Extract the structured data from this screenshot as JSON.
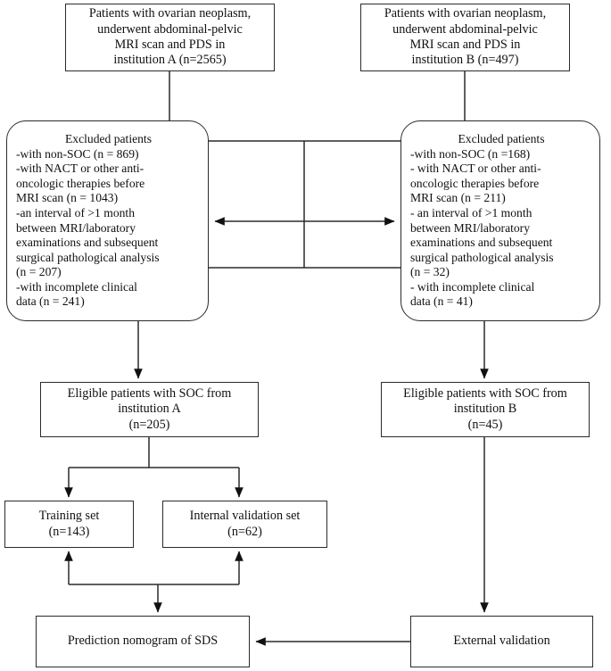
{
  "figure": {
    "kind": "study-flowchart",
    "line_color": "#2b2b2b",
    "text_color": "#101010",
    "background": "#ffffff"
  },
  "nodes": {
    "source_a": {
      "text": "Patients with ovarian neoplasm,\nunderwent abdominal-pelvic\nMRI scan and PDS in\ninstitution A (n=2565)",
      "count": 2565,
      "institution": "A"
    },
    "source_b": {
      "text": "Patients with ovarian neoplasm,\nunderwent abdominal-pelvic\nMRI scan and PDS in\ninstitution B (n=497)",
      "count": 497,
      "institution": "B"
    },
    "excluded_a": {
      "heading": "Excluded patients",
      "text": "-with non-SOC (n = 869)\n-with NACT or other anti-\noncologic therapies before\nMRI scan (n = 1043)\n-an interval of >1 month\nbetween MRI/laboratory\nexaminations and subsequent\nsurgical pathological analysis\n(n = 207)\n-with incomplete clinical\ndata (n = 241)",
      "items": [
        {
          "label": "with non-SOC",
          "n": 869
        },
        {
          "label": "with NACT or other anti-oncologic therapies before MRI scan",
          "n": 1043
        },
        {
          "label": "an interval of >1 month between MRI/laboratory examinations and subsequent surgical pathological analysis",
          "n": 207
        },
        {
          "label": "with incomplete clinical data",
          "n": 241
        }
      ]
    },
    "excluded_b": {
      "heading": "Excluded patients",
      "text": "-with non-SOC (n =168)\n- with NACT or other anti-\noncologic therapies before\nMRI scan (n = 211)\n- an interval of >1 month\nbetween MRI/laboratory\nexaminations and subsequent\nsurgical pathological analysis\n(n = 32)\n- with incomplete clinical\ndata (n = 41)",
      "items": [
        {
          "label": "with non-SOC",
          "n": 168
        },
        {
          "label": "with NACT or other anti-oncologic therapies before MRI scan",
          "n": 211
        },
        {
          "label": "an interval of >1 month between MRI/laboratory examinations and subsequent surgical pathological analysis",
          "n": 32
        },
        {
          "label": "with incomplete clinical data",
          "n": 41
        }
      ]
    },
    "eligible_a": {
      "text": "Eligible patients with SOC from\ninstitution A\n(n=205)",
      "count": 205,
      "institution": "A"
    },
    "eligible_b": {
      "text": "Eligible patients with SOC from\ninstitution B\n(n=45)",
      "count": 45,
      "institution": "B"
    },
    "training": {
      "text": "Training set\n(n=143)",
      "count": 143
    },
    "internal": {
      "text": "Internal validation set\n(n=62)",
      "count": 62
    },
    "nomogram": {
      "text": "Prediction nomogram of SDS"
    },
    "external": {
      "text": "External validation"
    }
  },
  "edges": [
    {
      "name": "source-a-to-merge",
      "from": "source_a",
      "to": "merge-bus",
      "arrow": false
    },
    {
      "name": "source-b-to-merge",
      "from": "source_b",
      "to": "merge-bus",
      "arrow": false
    },
    {
      "name": "merge-to-excluded-a",
      "from": "merge-bus",
      "to": "excluded_a",
      "arrow": true
    },
    {
      "name": "merge-to-excluded-b",
      "from": "merge-bus",
      "to": "excluded_b",
      "arrow": true
    },
    {
      "name": "excluded-a-to-eligible-a",
      "from": "excluded_a",
      "to": "eligible_a",
      "arrow": true
    },
    {
      "name": "excluded-b-to-eligible-b",
      "from": "excluded_b",
      "to": "eligible_b",
      "arrow": true
    },
    {
      "name": "eligible-a-to-training",
      "from": "eligible_a",
      "to": "training",
      "arrow": true
    },
    {
      "name": "eligible-a-to-internal",
      "from": "eligible_a",
      "to": "internal",
      "arrow": true
    },
    {
      "name": "training-to-nomogram-bus",
      "from": "training",
      "to": "nomogram",
      "arrow": true
    },
    {
      "name": "internal-to-nomogram-bus",
      "from": "internal",
      "to": "nomogram",
      "arrow": true
    },
    {
      "name": "eligible-b-to-external",
      "from": "eligible_b",
      "to": "external",
      "arrow": true
    },
    {
      "name": "external-to-nomogram",
      "from": "external",
      "to": "nomogram",
      "arrow": true
    }
  ]
}
